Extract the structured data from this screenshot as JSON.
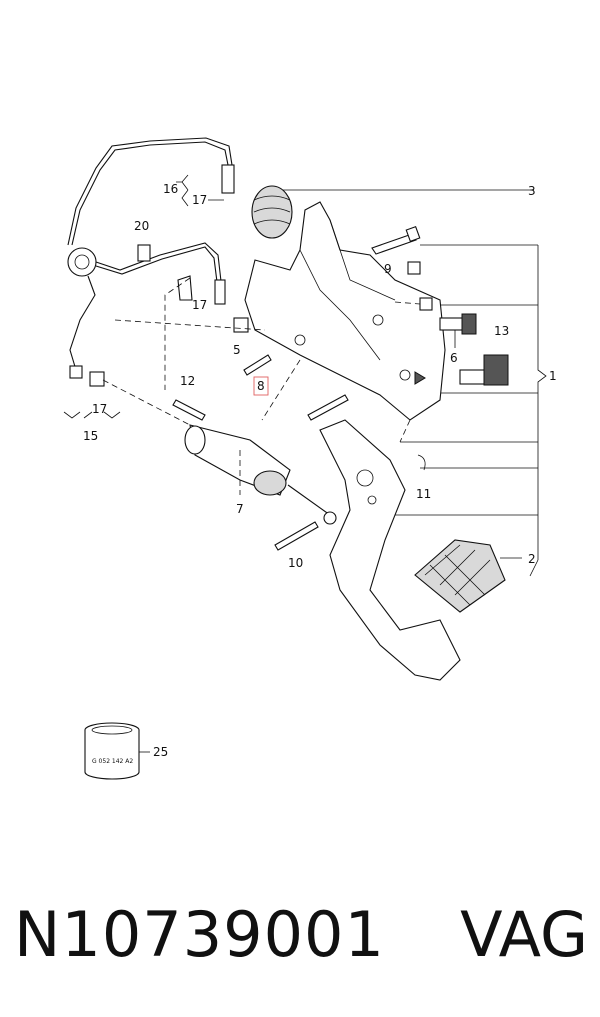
{
  "callouts": {
    "c1": "1",
    "c2": "2",
    "c3": "3",
    "c5": "5",
    "c6": "6",
    "c7": "7",
    "c8": "8",
    "c9": "9",
    "c10": "10",
    "c11": "11",
    "c12": "12",
    "c13": "13",
    "c15": "15",
    "c16": "16",
    "c17a": "17",
    "c17b": "17",
    "c17c": "17",
    "c20": "20",
    "c25": "25"
  },
  "bushing_text": "G 052 142 A2",
  "footer": {
    "part_number": "N10739001",
    "brand": "VAG"
  },
  "colors": {
    "highlight": "#e06060",
    "ink": "#111111"
  }
}
